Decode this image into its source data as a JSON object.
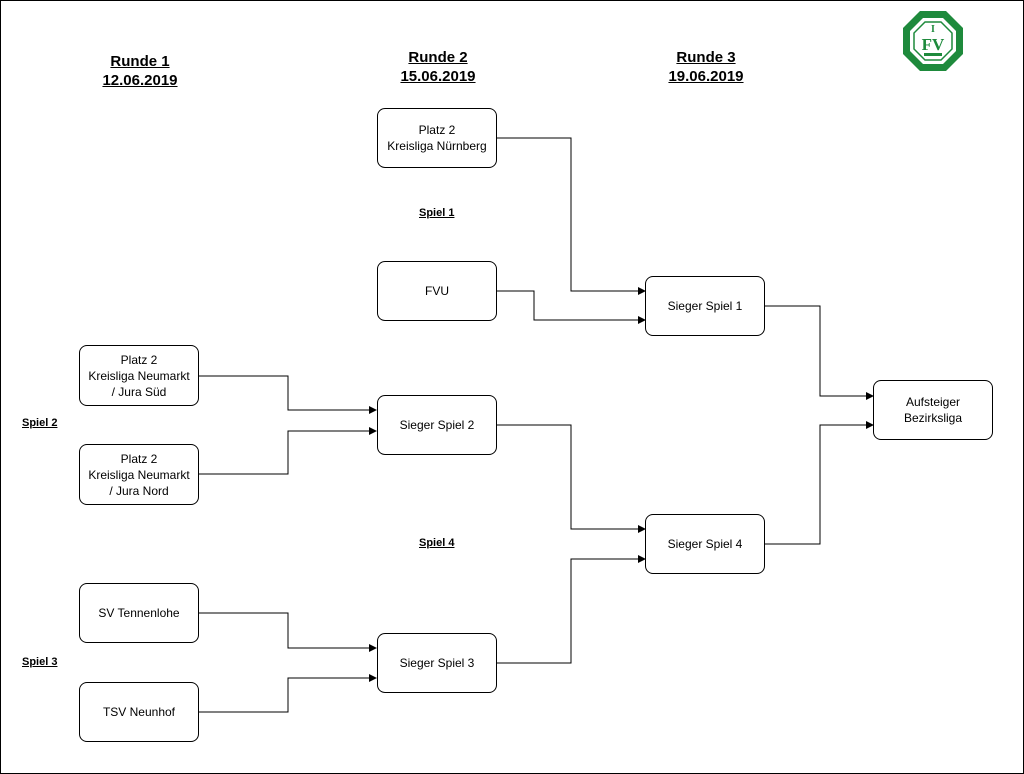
{
  "rounds": [
    {
      "title": "Runde 1",
      "date": "12.06.2019"
    },
    {
      "title": "Runde 2",
      "date": "15.06.2019"
    },
    {
      "title": "Runde 3",
      "date": "19.06.2019"
    }
  ],
  "boxes": {
    "platz2_nuernberg": "Platz 2\nKreisliga Nürnberg",
    "fvu": "FVU",
    "platz2_neumarkt_sued": "Platz 2\nKreisliga Neumarkt\n/ Jura Süd",
    "platz2_neumarkt_nord": "Platz 2\nKreisliga Neumarkt\n/ Jura Nord",
    "sv_tennenlohe": "SV Tennenlohe",
    "tsv_neunhof": "TSV Neunhof",
    "sieger_spiel_1": "Sieger Spiel 1",
    "sieger_spiel_2": "Sieger Spiel 2",
    "sieger_spiel_3": "Sieger Spiel 3",
    "sieger_spiel_4": "Sieger Spiel 4",
    "aufsteiger": "Aufsteiger\nBezirksliga"
  },
  "spiel_labels": {
    "spiel1": "Spiel 1",
    "spiel2": "Spiel 2",
    "spiel3": "Spiel 3",
    "spiel4": "Spiel 4"
  },
  "logo": {
    "icon": "club-crest-icon",
    "color": "#1e8a3c"
  }
}
